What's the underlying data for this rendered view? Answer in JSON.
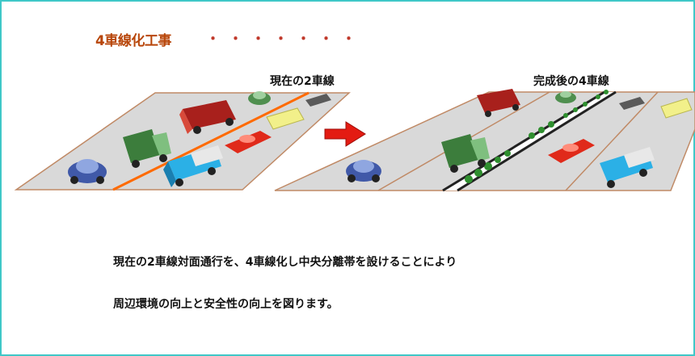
{
  "title": "4車線化工事",
  "title_dots": "・・・・・・・",
  "labels": {
    "current": "現在の2車線",
    "after": "完成後の4車線"
  },
  "description": {
    "line1": "現在の2車線対面通行を、4車線化し中央分離帯を設けることにより",
    "line2": "周辺環境の向上と安全性の向上を図ります。"
  },
  "colors": {
    "border": "#3fc8c8",
    "title": "#b8460a",
    "road": "#d9d9d9",
    "center_line_current": "#ff6a00",
    "median": "#222222",
    "arrow": "#e31b12"
  }
}
